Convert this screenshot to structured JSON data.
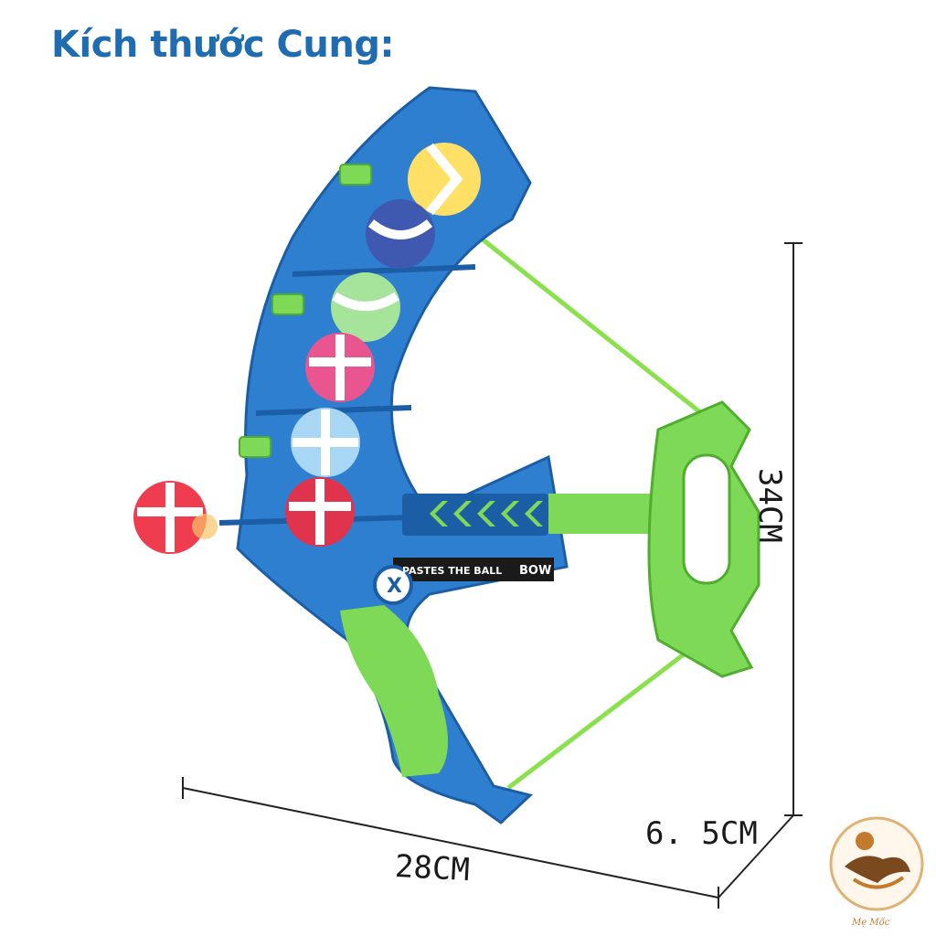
{
  "title": "Kích thước Cung:",
  "dimensions": {
    "height": "34CM",
    "width": "28CM",
    "depth": "6. 5CM"
  },
  "product": {
    "grip_text": "PASTES THE BALL",
    "brand_text": "BOW",
    "badge_symbol": "X"
  },
  "watermark": {
    "label": "Mẹ Mốc"
  },
  "colors": {
    "title": "#1f6db0",
    "bow_body": "#2f7fd0",
    "bow_edge": "#1c5ea6",
    "accent_green": "#7ed957",
    "string": "#8be04e",
    "watermark": "#c47a2c"
  }
}
